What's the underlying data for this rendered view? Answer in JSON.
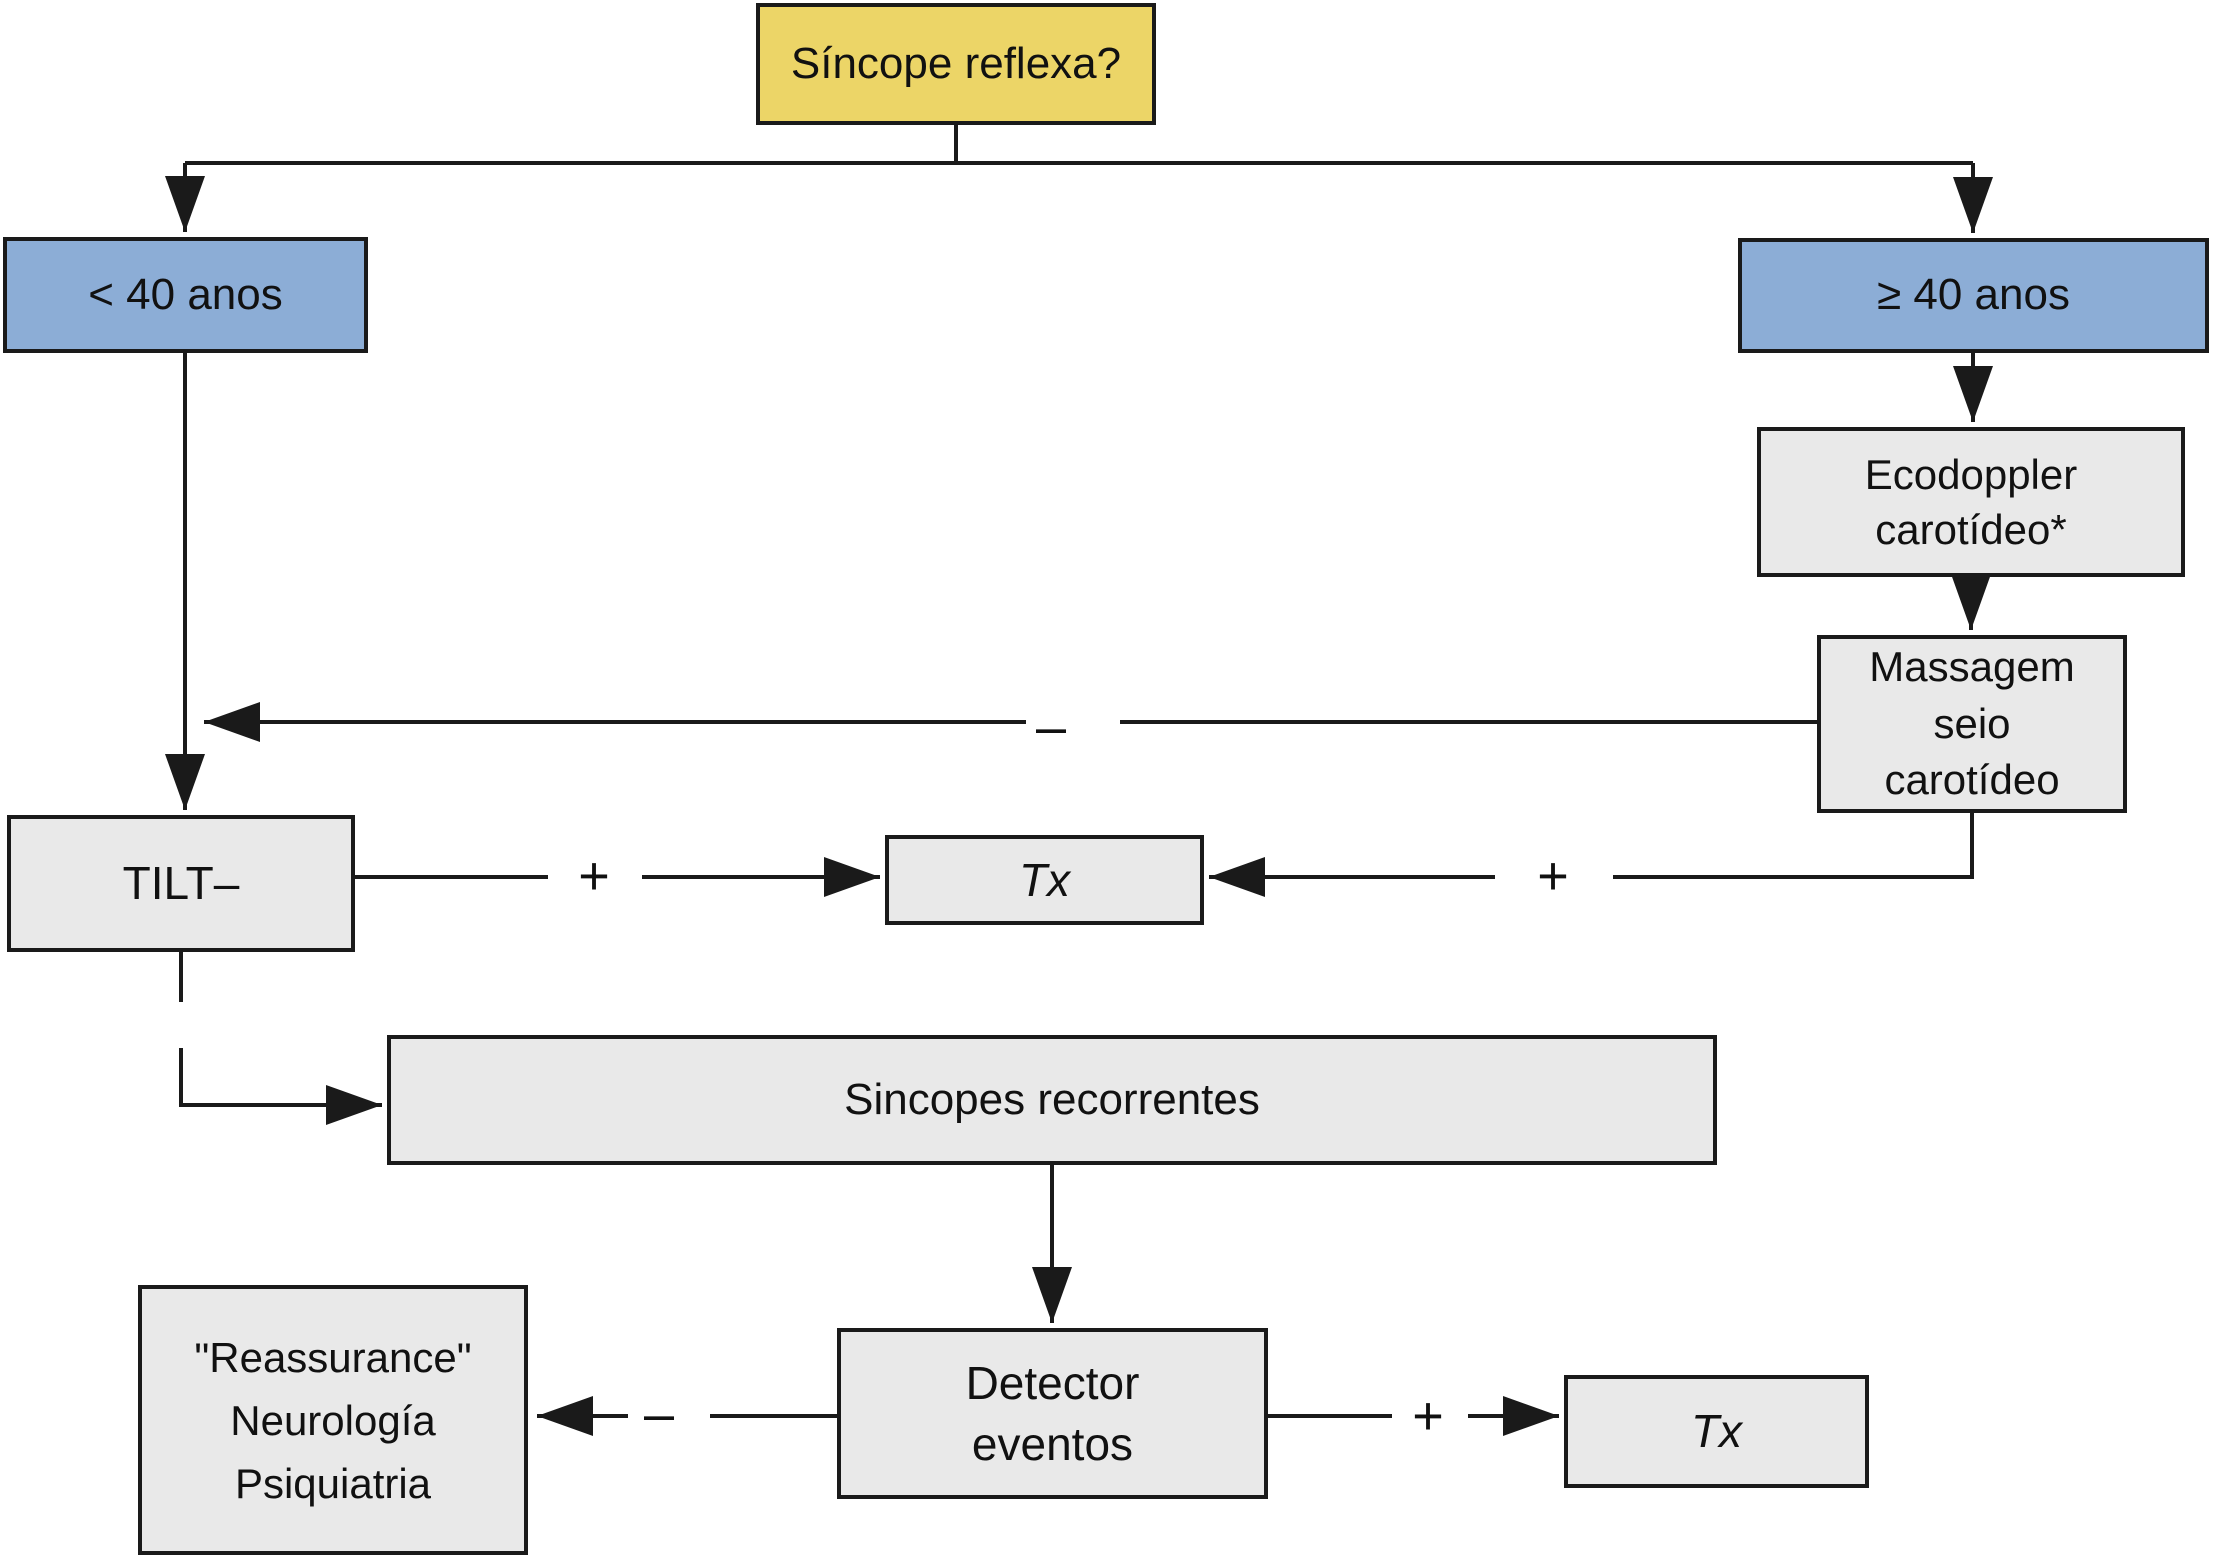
{
  "diagram": {
    "type": "flowchart",
    "language": "Portuguese",
    "colors": {
      "decision_fill": "#ecd567",
      "age_branch_fill": "#8cadd6",
      "step_fill": "#e9e9e9",
      "line_and_border": "#1a1a1a",
      "background": "#ffffff"
    },
    "nodes": {
      "syncope": {
        "label": "Síncope reflexa?"
      },
      "under40": {
        "label": "< 40 anos"
      },
      "over40": {
        "label": "≥ 40 anos"
      },
      "ecodoppler": {
        "label": "Ecodoppler\ncarotídeo*"
      },
      "massagem": {
        "label": "Massagem\nseio\ncarotídeo"
      },
      "tilt": {
        "label": "TILT–"
      },
      "tx_mid": {
        "label": "Tx"
      },
      "sincopes": {
        "label": "Sincopes recorrentes"
      },
      "detector": {
        "label": "Detector\neventos"
      },
      "reassurance": {
        "label": "\"Reassurance\"\nNeurología\nPsiquiatria"
      },
      "tx_bottom": {
        "label": "Tx"
      }
    },
    "signs": {
      "massagem_to_tilt_minus": "–",
      "tilt_to_tx_plus": "+",
      "massagem_to_tx_plus": "+",
      "detector_to_reassurance_minus": "–",
      "detector_to_tx_plus": "+"
    },
    "edges": [
      {
        "from": "syncope",
        "to": "under40",
        "label": ""
      },
      {
        "from": "syncope",
        "to": "over40",
        "label": ""
      },
      {
        "from": "over40",
        "to": "ecodoppler",
        "label": ""
      },
      {
        "from": "ecodoppler",
        "to": "massagem",
        "label": ""
      },
      {
        "from": "massagem",
        "to": "tilt",
        "label": "–"
      },
      {
        "from": "under40",
        "to": "tilt",
        "label": ""
      },
      {
        "from": "tilt",
        "to": "tx_mid",
        "label": "+"
      },
      {
        "from": "massagem",
        "to": "tx_mid",
        "label": "+"
      },
      {
        "from": "tilt",
        "to": "sincopes",
        "label": "",
        "style": "dashed"
      },
      {
        "from": "sincopes",
        "to": "detector",
        "label": ""
      },
      {
        "from": "detector",
        "to": "reassurance",
        "label": "–"
      },
      {
        "from": "detector",
        "to": "tx_bottom",
        "label": "+"
      }
    ]
  }
}
